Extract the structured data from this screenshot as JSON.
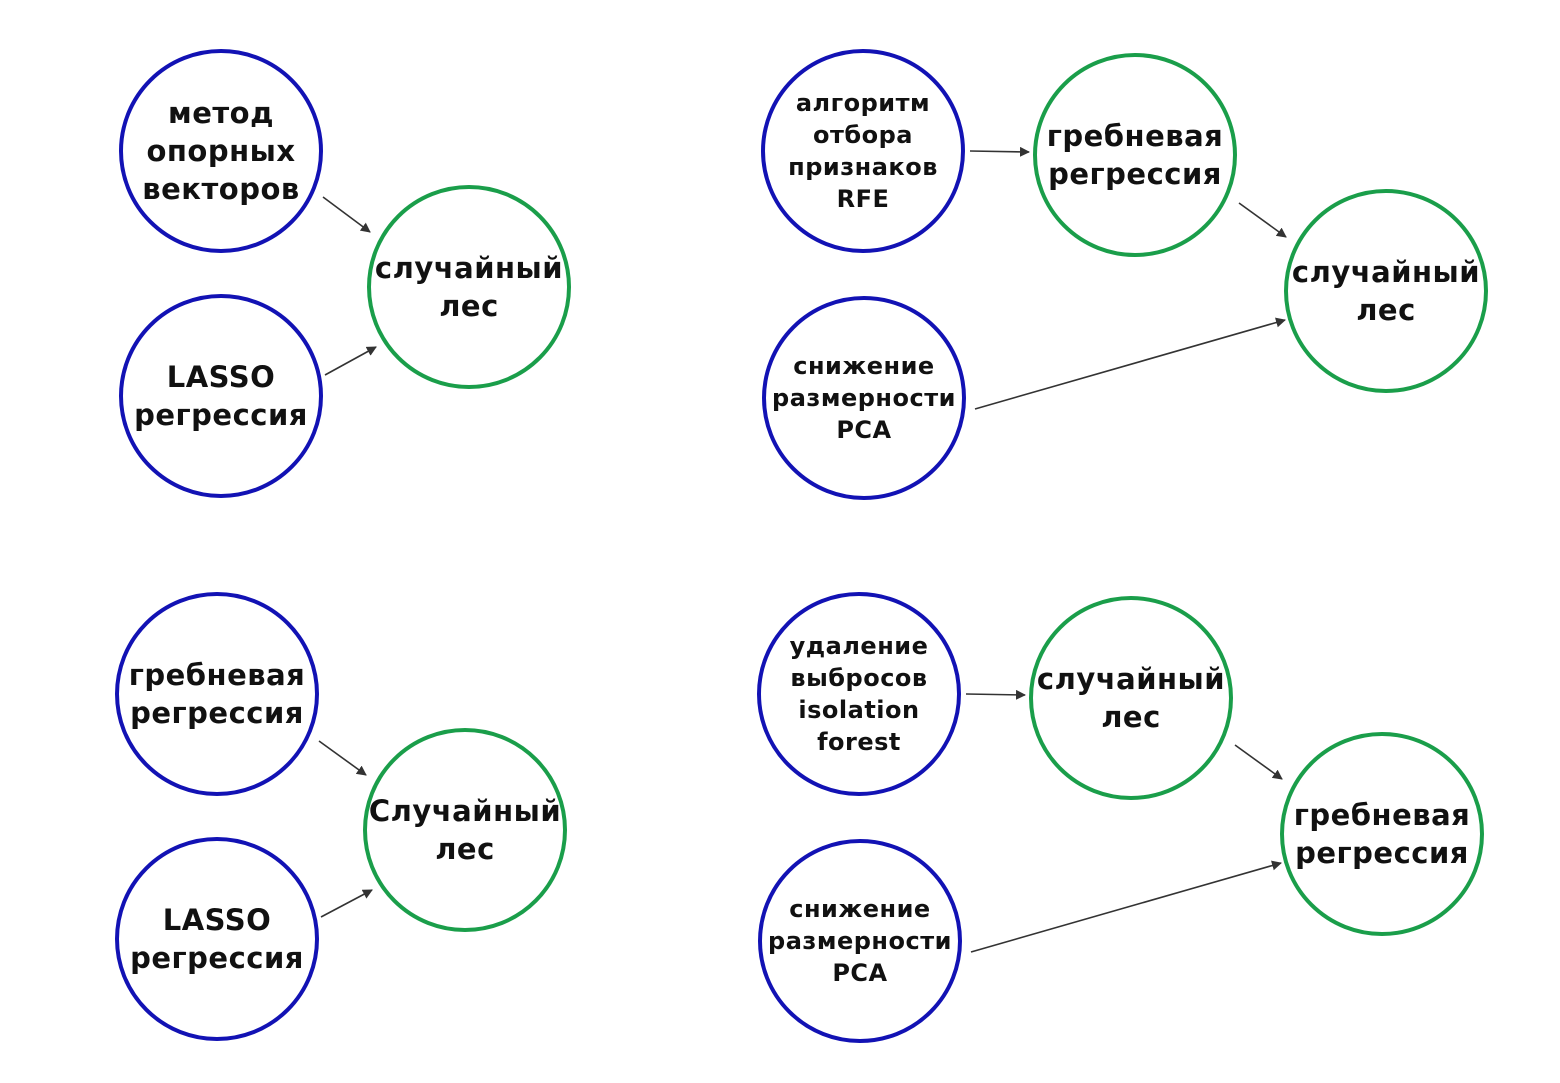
{
  "colors": {
    "input_node": "#1212b4",
    "model_node": "#1a9e4a",
    "arrow": "#333333"
  },
  "diagrams": [
    {
      "nodes": {
        "svm": "метод\nопорных\nвекторов",
        "lasso": "LASSO\nрегрессия",
        "rf": "случайный\nлес"
      }
    },
    {
      "nodes": {
        "rfe": "алгоритм\nотбора\nпризнаков\nRFE",
        "ridge": "гребневая\nрегрессия",
        "pca": "снижение\nразмерности\nPCA",
        "rf": "случайный\nлес"
      }
    },
    {
      "nodes": {
        "ridge": "гребневая\nрегрессия",
        "lasso": "LASSO\nрегрессия",
        "rf": "Случайный\nлес"
      }
    },
    {
      "nodes": {
        "iso": "удаление\nвыбросов\nisolation\nforest",
        "rf": "случайный\nлес",
        "pca": "снижение\nразмерности\nPCA",
        "ridge": "гребневая\nрегрессия"
      }
    }
  ]
}
